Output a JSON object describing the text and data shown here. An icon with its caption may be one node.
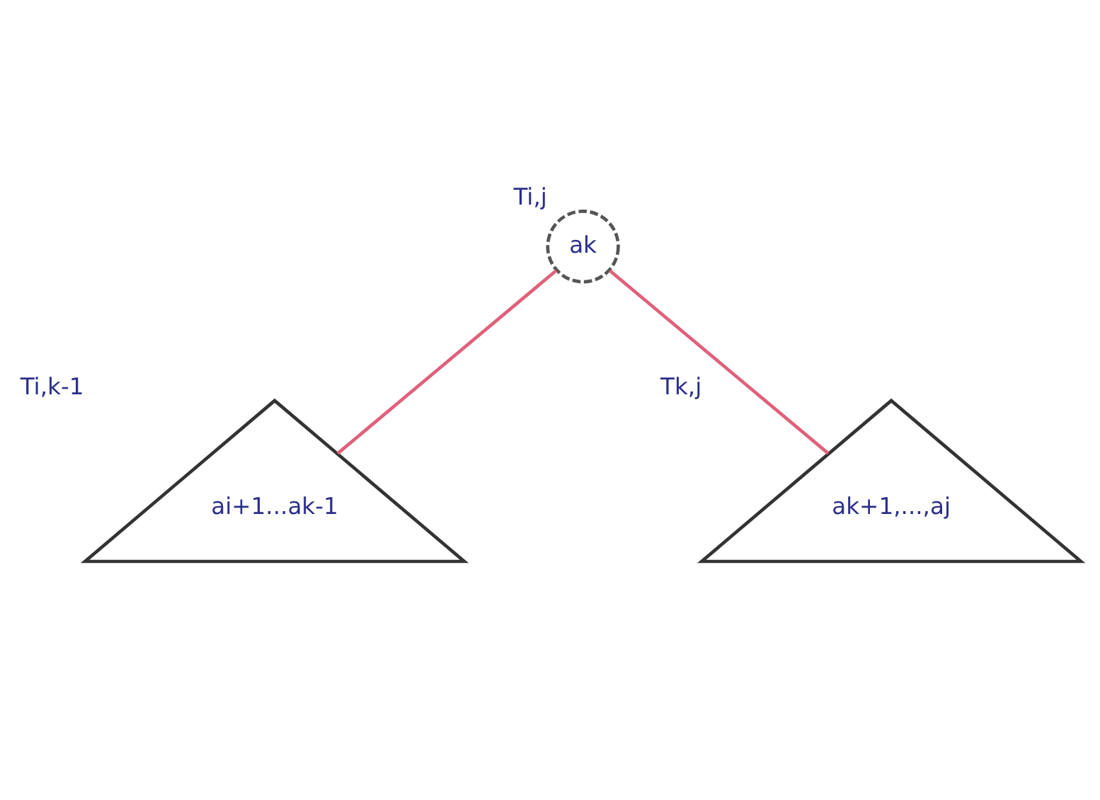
{
  "diagram": {
    "nodes": [
      {
        "text": [
          "ak"
        ],
        "beside": [
          "Ti,j"
        ]
      },
      {
        "text": [
          "ai+1...ak-1"
        ],
        "beside": [
          "Ti,k-1"
        ]
      },
      {
        "text": [
          "ak+1,...,aj"
        ],
        "beside": [
          "Tk,j"
        ]
      }
    ],
    "edges": [
      {
        "from": 0,
        "to": 1,
        "arrow": "none"
      },
      {
        "from": 0,
        "to": 2,
        "arrow": "none"
      }
    ]
  }
}
